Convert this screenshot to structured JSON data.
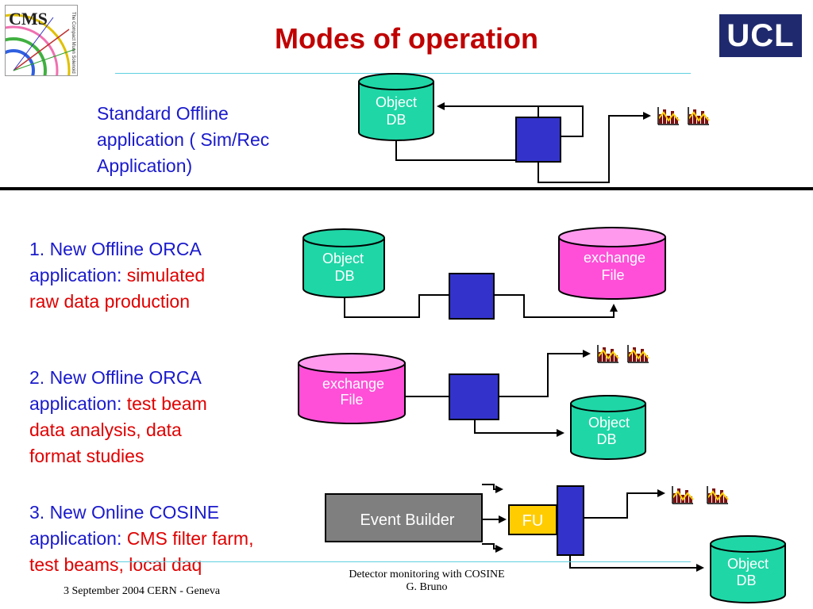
{
  "title": "Modes of operation",
  "logo_right": "UCL",
  "logo_left": {
    "text": "CMS",
    "subtitle": "The Compact Muon Solenoid"
  },
  "standard": {
    "line1": "Standard Offline",
    "line2": "application ( Sim/Rec",
    "line3": "Application)"
  },
  "mode1": {
    "line1": "1. New Offline ORCA",
    "line2_prefix": "application: ",
    "line2_red": "simulated",
    "line3_red": "raw data production"
  },
  "mode2": {
    "line1": "2. New Offline ORCA",
    "line2_prefix": "application: ",
    "line2_red": "test beam",
    "line3_red": "data analysis, data",
    "line4_red": "format studies"
  },
  "mode3": {
    "line1": "3.  New Online COSINE",
    "line2_prefix": "application: ",
    "line2_red": "CMS filter farm,",
    "line3_red": "test beams, local daq"
  },
  "diagram": {
    "object_db": [
      "Object",
      "DB"
    ],
    "exchange_file": [
      "exchange",
      "File"
    ],
    "event_builder": "Event Builder",
    "fu": "FU"
  },
  "footer": {
    "left": "3 September 2004  CERN - Geneva",
    "center1": "Detector monitoring with COSINE",
    "center2": "G. Bruno"
  },
  "colors": {
    "title": "#c00000",
    "text": "#1a1acc",
    "highlight": "#e00000",
    "db": "#1fd6a6",
    "file": "#ff4fd8",
    "process": "#3333cc",
    "event_builder": "#7f7f7f",
    "fu": "#ffcc00",
    "ucl": "#1f2a6e"
  }
}
